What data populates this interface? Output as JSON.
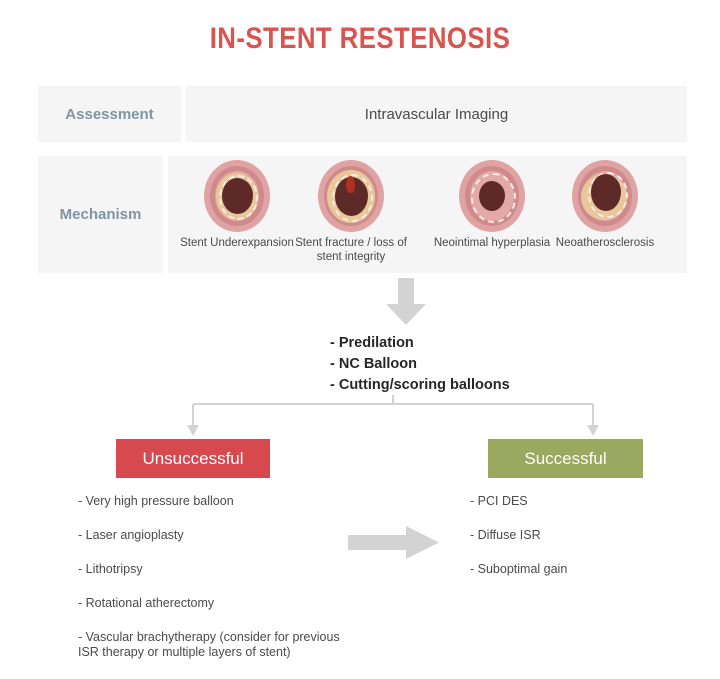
{
  "title": "IN-STENT RESTENOSIS",
  "colors": {
    "title_red": "#d9534f",
    "label_blue_gray": "#7f95a3",
    "unsuccessful_red": "#d6494f",
    "successful_green": "#9aa860",
    "panel_gray": "#f5f5f6",
    "arrow_gray": "#d3d3d3"
  },
  "table": {
    "assessment": {
      "label": "Assessment",
      "value": "Intravascular Imaging"
    },
    "mechanism": {
      "label": "Mechanism",
      "items": [
        {
          "label": "Stent\nUnderexpansion",
          "art": "stent-underexpansion"
        },
        {
          "label": "Stent fracture / loss\nof stent integrity",
          "art": "stent-fracture"
        },
        {
          "label": "Neointimal\nhyperplasia",
          "art": "neointimal-hyperplasia"
        },
        {
          "label": "Neoatherosclerosis",
          "art": "neoatherosclerosis"
        }
      ]
    }
  },
  "treatments": [
    "- Predilation",
    "- NC Balloon",
    "- Cutting/scoring balloons"
  ],
  "outcomes": {
    "unsuccessful": {
      "label": "Unsuccessful",
      "items": [
        "- Very high pressure balloon",
        "- Laser angioplasty",
        "- Lithotripsy",
        "- Rotational atherectomy",
        "- Vascular brachytherapy (consider for previous\nISR therapy or multiple layers of stent)"
      ]
    },
    "successful": {
      "label": "Successful",
      "items": [
        "- PCI DES",
        "- Diffuse ISR",
        "- Suboptimal gain"
      ]
    }
  }
}
